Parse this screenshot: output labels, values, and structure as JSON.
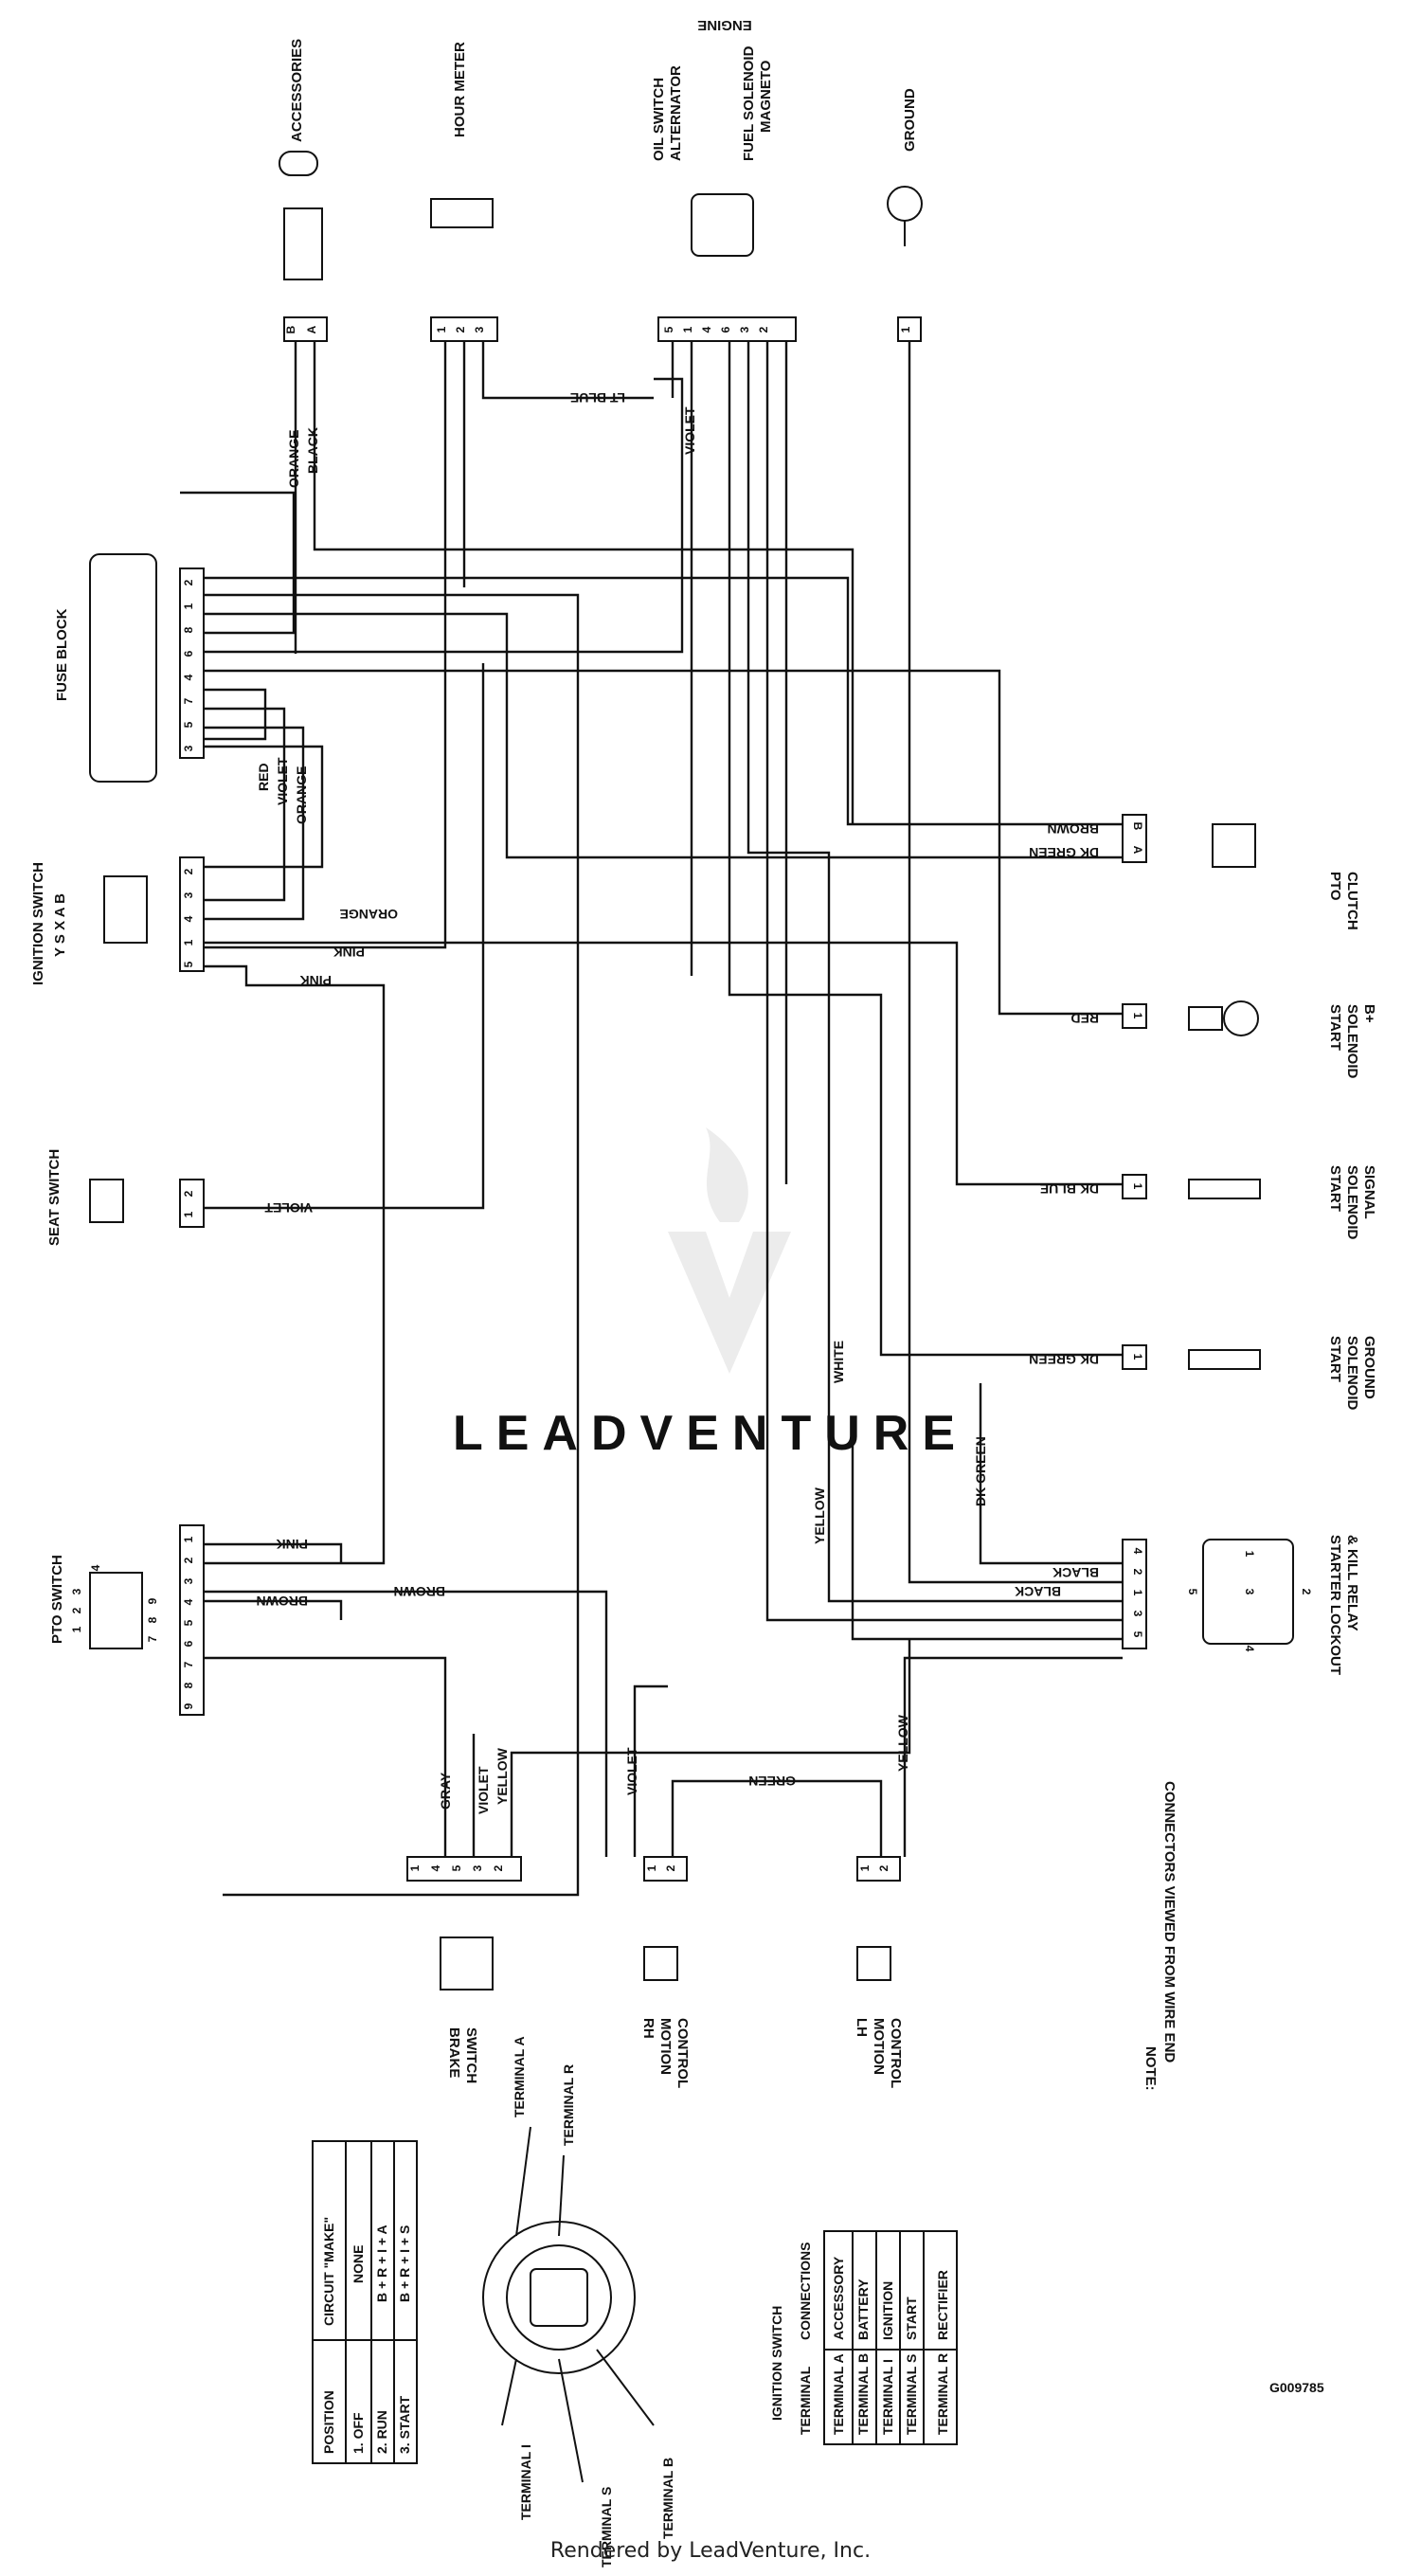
{
  "watermark": "LEADVENTURE",
  "footer": "Rendered by LeadVenture, Inc.",
  "diagram_id": "G009785",
  "note": {
    "title": "NOTE:",
    "text": "CONNECTORS VIEWED FROM WIRE END"
  },
  "components": {
    "accessories": "ACCESSORIES",
    "hour_meter": "HOUR METER",
    "engine": "ENGINE",
    "oil_switch": "OIL SWITCH",
    "alternator": "ALTERNATOR",
    "fuel_solenoid": "FUEL SOLENOID",
    "magneto": "MAGNETO",
    "ground": "GROUND",
    "fuse_block": "FUSE BLOCK",
    "ignition_switch": "IGNITION SWITCH",
    "ignition_terminals": "Y S X A B",
    "seat_switch": "SEAT SWITCH",
    "pto_switch": "PTO SWITCH",
    "pto_clutch_1": "PTO",
    "pto_clutch_2": "CLUTCH",
    "start_solenoid_bplus_1": "START",
    "start_solenoid_bplus_2": "SOLENOID",
    "start_solenoid_bplus_3": "B+",
    "start_solenoid_signal_1": "START",
    "start_solenoid_signal_2": "SOLENOID",
    "start_solenoid_signal_3": "SIGNAL",
    "start_solenoid_ground_1": "START",
    "start_solenoid_ground_2": "SOLENOID",
    "start_solenoid_ground_3": "GROUND",
    "starter_relay_1": "STARTER LOCKOUT",
    "starter_relay_2": "& KILL RELAY",
    "brake_switch_1": "BRAKE",
    "brake_switch_2": "SWITCH",
    "rh_motion_1": "RH",
    "rh_motion_2": "MOTION",
    "rh_motion_3": "CONTROL",
    "lh_motion_1": "LH",
    "lh_motion_2": "MOTION",
    "lh_motion_3": "CONTROL"
  },
  "wires": {
    "orange": "ORANGE",
    "black": "BLACK",
    "lt_blue": "LT BLUE",
    "violet": "VIOLET",
    "red": "RED",
    "pink": "PINK",
    "brown": "BROWN",
    "dk_green": "DK GREEN",
    "dk_blue": "DK BLUE",
    "white": "WHITE",
    "yellow": "YELLOW",
    "gray": "GRAY",
    "green": "GREEN"
  },
  "pins": {
    "ba": [
      "B",
      "A"
    ],
    "hm": [
      "1",
      "2",
      "3"
    ],
    "eng": [
      "5",
      "1",
      "4",
      "6",
      "3",
      "2"
    ],
    "gnd": [
      "1"
    ],
    "fuse": [
      "2",
      "1",
      "8",
      "6",
      "4",
      "7",
      "5",
      "3"
    ],
    "ign": [
      "2",
      "3",
      "4",
      "1",
      "5"
    ],
    "seat": [
      "2",
      "1"
    ],
    "pto": [
      "1",
      "2",
      "3",
      "4",
      "5",
      "6",
      "7",
      "8",
      "9"
    ],
    "pto_clutch": [
      "B",
      "A"
    ],
    "one": [
      "1"
    ],
    "relay": [
      "4",
      "2",
      "1",
      "3",
      "5"
    ],
    "brake": [
      "1",
      "4",
      "5",
      "3",
      "2"
    ],
    "rh": [
      "1",
      "2"
    ],
    "lh": [
      "1",
      "2"
    ],
    "pto_grid": [
      "3",
      "2",
      "1",
      "4",
      "9",
      "8",
      "7"
    ],
    "relay_sym": [
      "5",
      "1",
      "3",
      "2",
      "4"
    ]
  },
  "position_table": {
    "headers": [
      "POSITION",
      "CIRCUIT \"MAKE\""
    ],
    "rows": [
      [
        "1. OFF",
        "NONE"
      ],
      [
        "2. RUN",
        "B + R + I + A"
      ],
      [
        "3. START",
        "B + R + I + S"
      ]
    ]
  },
  "terminal_labels": [
    "TERMINAL A",
    "TERMINAL R",
    "TERMINAL I",
    "TERMINAL S",
    "TERMINAL B"
  ],
  "connection_table": {
    "title": "IGNITION SWITCH",
    "headers": [
      "TERMINAL",
      "CONNECTIONS"
    ],
    "rows": [
      [
        "TERMINAL A",
        "ACCESSORY"
      ],
      [
        "TERMINAL B",
        "BATTERY"
      ],
      [
        "TERMINAL I",
        "IGNITION"
      ],
      [
        "TERMINAL S",
        "START"
      ],
      [
        "TERMINAL R",
        "RECTIFIER"
      ]
    ]
  }
}
